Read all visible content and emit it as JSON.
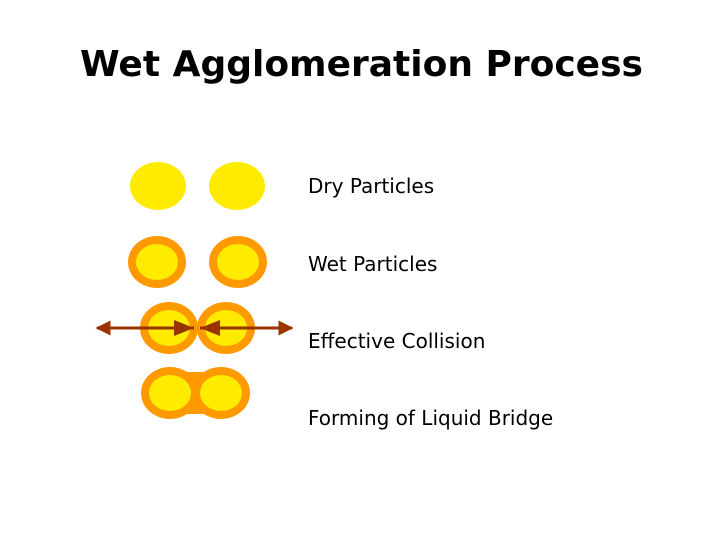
{
  "title": "Wet Agglomeration Process",
  "steps": [
    {
      "label": "Dry Particles"
    },
    {
      "label": "Wet Particles"
    },
    {
      "label": "Effective Collision"
    },
    {
      "label": "Forming of Liquid Bridge"
    }
  ],
  "colors": {
    "particle_core": "#FFEB00",
    "liquid_shell": "#FF9900",
    "collision_arrow": "#993300"
  }
}
